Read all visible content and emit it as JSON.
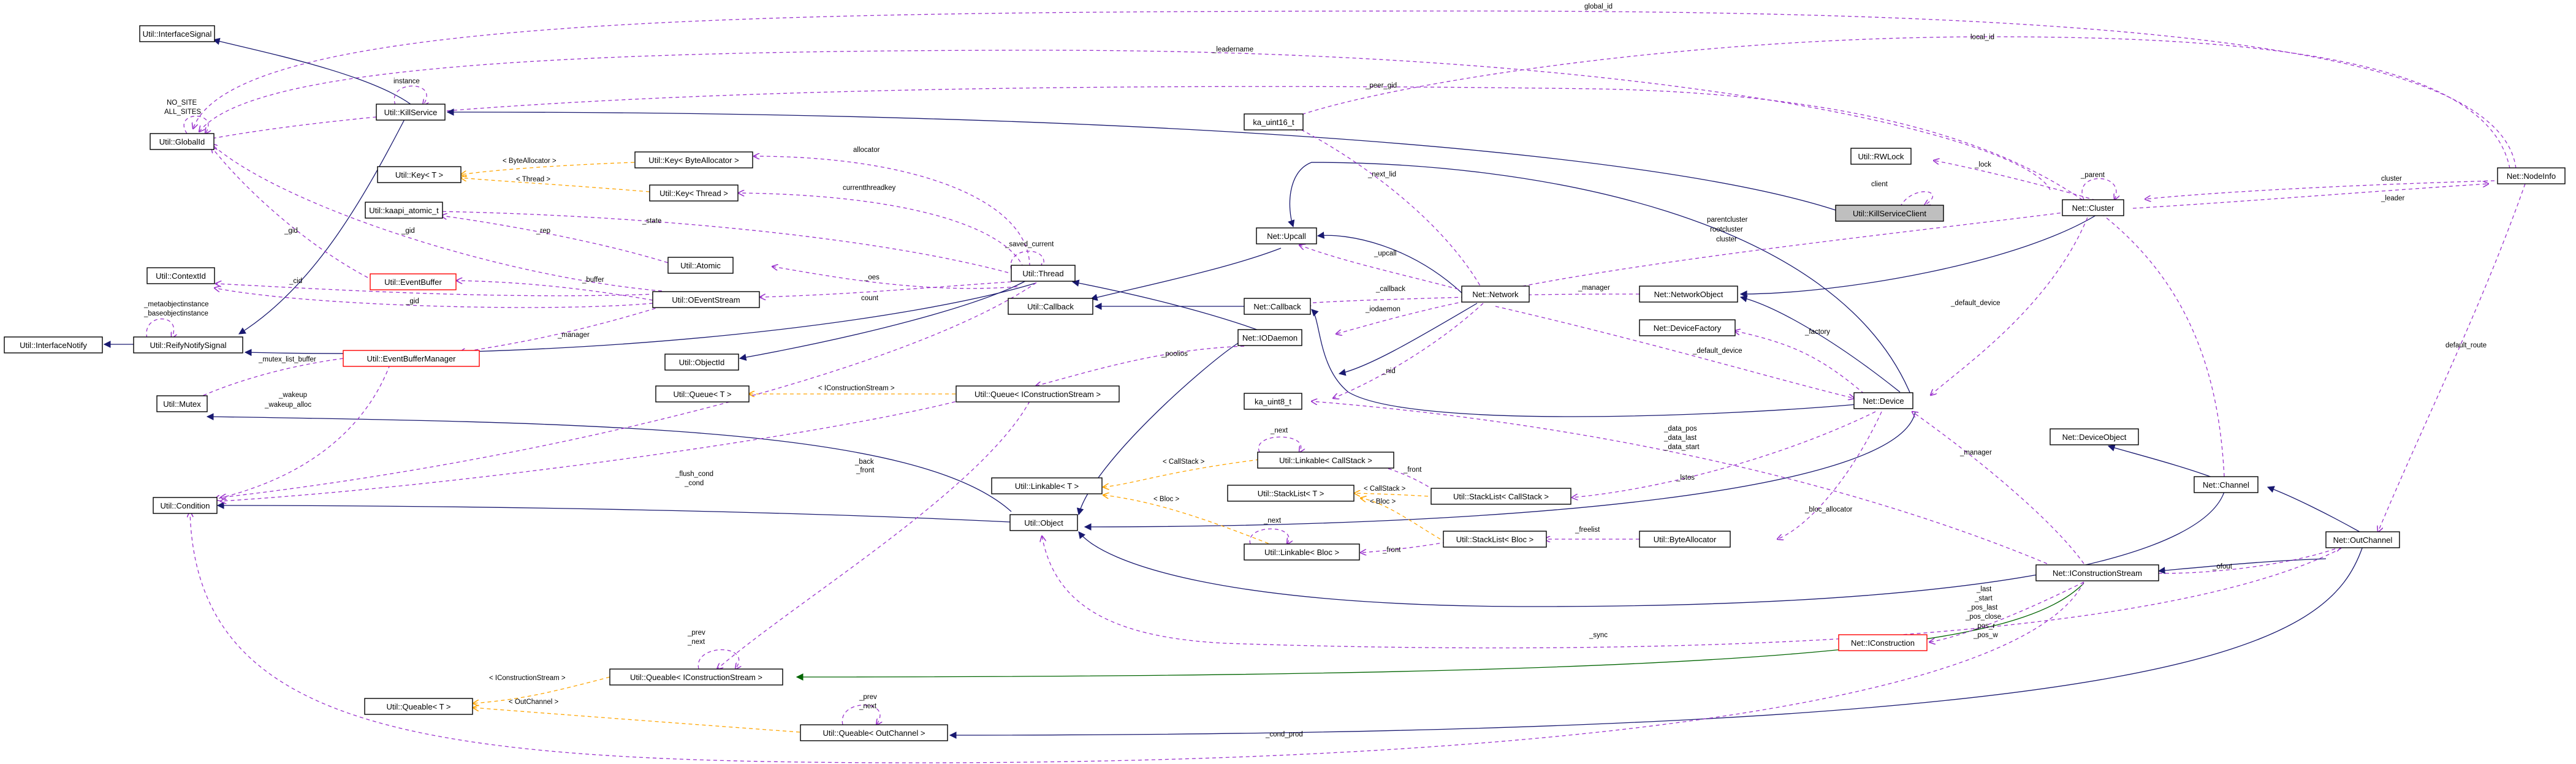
{
  "colors": {
    "inheritance": "#191970",
    "public_inheritance_alt": "#006400",
    "usage": "#9a32cd",
    "template": "#ffa500",
    "focus_fill": "#bfbfbf",
    "warning_border": "#ff0000"
  },
  "nodes": {
    "interface_signal": "Util::InterfaceSignal",
    "kill_service": "Util::KillService",
    "global_id": "Util::GlobalId",
    "key_t": "Util::Key< T >",
    "key_byte_allocator": "Util::Key< ByteAllocator >",
    "key_thread": "Util::Key< Thread >",
    "kaapi_atomic": "Util::kaapi_atomic_t",
    "context_id": "Util::ContextId",
    "event_buffer": "Util::EventBuffer",
    "atomic": "Util::Atomic",
    "oevent_stream": "Util::OEventStream",
    "interface_notify": "Util::InterfaceNotify",
    "reify_notify_signal": "Util::ReifyNotifySignal",
    "event_buffer_manager": "Util::EventBufferManager",
    "object_id": "Util::ObjectId",
    "mutex": "Util::Mutex",
    "queue_t": "Util::Queue< T >",
    "condition": "Util::Condition",
    "linkable_t": "Util::Linkable< T >",
    "object": "Util::Object",
    "thread": "Util::Thread",
    "callback": "Util::Callback",
    "queue_iconstruction_stream": "Util::Queue< IConstructionStream >",
    "linkable_callstack": "Util::Linkable< CallStack >",
    "stacklist_t": "Util::StackList< T >",
    "linkable_bloc": "Util::Linkable< Bloc >",
    "queable_iconstruction_stream": "Util::Queable< IConstructionStream >",
    "queable_t": "Util::Queable< T >",
    "queable_outchannel": "Util::Queable< OutChannel >",
    "ka_uint16": "ka_uint16_t",
    "ka_uint8": "ka_uint8_t",
    "net_upcall": "Net::Upcall",
    "net_callback": "Net::Callback",
    "net_iodaemon": "Net::IODaemon",
    "net_network": "Net::Network",
    "stacklist_callstack": "Util::StackList< CallStack >",
    "stacklist_bloc": "Util::StackList< Bloc >",
    "rwlock": "Util::RWLock",
    "kill_service_client": "Util::KillServiceClient",
    "net_cluster": "Net::Cluster",
    "net_network_object": "Net::NetworkObject",
    "net_device_factory": "Net::DeviceFactory",
    "byte_allocator": "Util::ByteAllocator",
    "net_device": "Net::Device",
    "net_device_object": "Net::DeviceObject",
    "net_channel": "Net::Channel",
    "net_iconstruction_stream": "Net::IConstructionStream",
    "net_iconstruction": "Net::IConstruction",
    "net_out_channel": "Net::OutChannel",
    "net_node_info": "Net::NodeInfo"
  },
  "labels": {
    "global_id": "global_id",
    "local_id": "local_id",
    "leadername": "_leadername",
    "peer_gid": "_peer_gid",
    "no_site": "NO_SITE",
    "all_sites": "ALL_SITES",
    "instance": "instance",
    "byte_allocator_param": "< ByteAllocator >",
    "thread_param": "< Thread >",
    "allocator": "allocator",
    "current_threadkey": "currentthreadkey",
    "next_lid": "_next_lid",
    "client": "client",
    "lock": "_lock",
    "parent": "_parent",
    "cluster": "cluster",
    "leader": "_leader",
    "state": "_state",
    "rep": "_rep",
    "gid": "_gid",
    "saved_current": "_saved_current",
    "upcall": "_upcall",
    "parentcluster": "parentcluster",
    "rootcluster": "rootcluster",
    "cluster2": "cluster",
    "gid2": "_gid",
    "cid": "_cid",
    "buffer": "_buffer",
    "gid3": "_gid",
    "oes": "_oes",
    "count": "count",
    "callback": "_callback",
    "manager": "_manager",
    "default_device": "_default_device",
    "metaobjectinstance": "_metaobjectinstance",
    "baseobjectinstance": "_baseobjectinstance",
    "manager2": "_manager",
    "iodaemon": "_iodaemon",
    "factory": "_factory",
    "default_device2": "_default_device",
    "mutex_list_buffer": "_mutex_list_buffer",
    "poolios": "_poolios",
    "nid": "_nid",
    "iconstruction_param": "< IConstructionStream >",
    "wakeup": "_wakeup",
    "wakeup_alloc": "_wakeup_alloc",
    "next": "_next",
    "front": "_front",
    "data_pos": "_data_pos",
    "data_last": "_data_last",
    "data_start": "_data_start",
    "manager3": "_manager",
    "default_route": "default_route",
    "back": "_back",
    "front2": "_front",
    "callstack_param": "< CallStack >",
    "flush_cond": "_flush_cond",
    "cond": "_cond",
    "callstack_param2": "< CallStack >",
    "bloc_param": "< Bloc >",
    "lstos": "_lstos",
    "bloc_param2": "< Bloc >",
    "freelist": "_freelist",
    "next2": "_next",
    "bloc_allocator": "_bloc_allocator",
    "front3": "_front",
    "outchannel": "_ofout",
    "last": "_last",
    "start": "_start",
    "pos_last": "_pos_last",
    "pos_close": "_pos_close",
    "pos_r": "_pos_r",
    "pos_w": "_pos_w",
    "sync": "_sync",
    "prev": "_prev",
    "next3": "_next",
    "iconstruction_param2": "< IConstructionStream >",
    "outchannel_param": "< OutChannel >",
    "prev2": "_prev",
    "next4": "_next",
    "cond_prod": "_cond_prod"
  }
}
